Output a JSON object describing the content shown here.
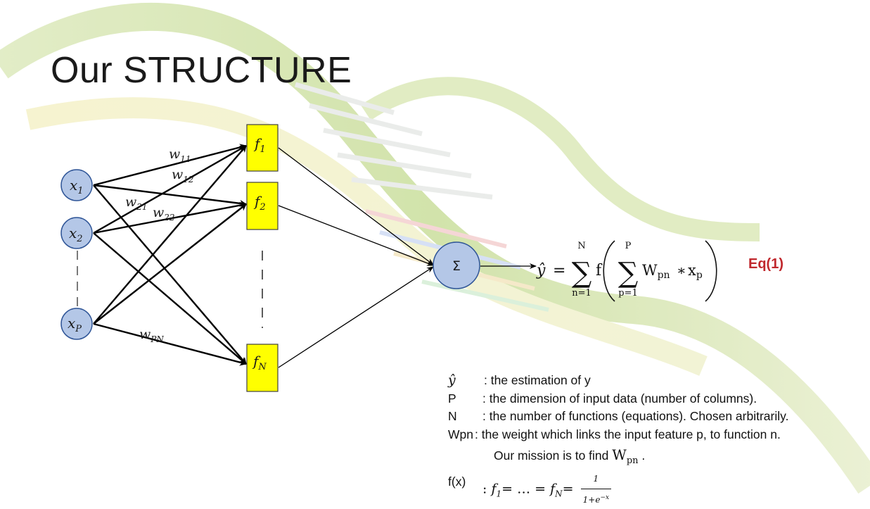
{
  "slide": {
    "title": "Our STRUCTURE"
  },
  "network": {
    "inputs": [
      {
        "base": "x",
        "sub": "1"
      },
      {
        "base": "x",
        "sub": "2"
      },
      {
        "base": "x",
        "sub": "P"
      }
    ],
    "functions": [
      {
        "base": "f",
        "sub": "1"
      },
      {
        "base": "f",
        "sub": "2"
      },
      {
        "base": "f",
        "sub": "N"
      }
    ],
    "output_symbol": "Σ",
    "weights": [
      {
        "base": "w",
        "sub": "11"
      },
      {
        "base": "w",
        "sub": "12"
      },
      {
        "base": "w",
        "sub": "21"
      },
      {
        "base": "w",
        "sub": "22"
      },
      {
        "base": "w",
        "sub": "PN"
      }
    ]
  },
  "equation": {
    "lhs": "ŷ",
    "equals": "=",
    "outer_upper": "N",
    "outer_lower": "n=1",
    "sigma": "∑",
    "func": "f",
    "inner_upper": "P",
    "inner_lower": "p=1",
    "w_base": "W",
    "w_sub": "pn",
    "op": "∗",
    "x_base": "x",
    "x_sub": "p",
    "label": "Eq(1)"
  },
  "definitions": [
    {
      "symbol": "ŷ",
      "text": ": the  estimation of  y"
    },
    {
      "symbol": "P",
      "text": ": the dimension of input data (number of columns)."
    },
    {
      "symbol": "N",
      "text": ": the number of functions (equations). Chosen arbitrarily."
    },
    {
      "symbol": "Wpn",
      "text": ": the weight which links the input feature p, to function n."
    }
  ],
  "mission": {
    "text": "Our mission is to find",
    "w_base": "W",
    "w_sub": "pn",
    "end": "."
  },
  "activation": {
    "label": "f(x)",
    "colon": ":",
    "f1_base": "f",
    "f1_sub": "1",
    "eq1": "=",
    "dots": "…",
    "eq2": "=",
    "fN_base": "f",
    "fN_sub": "N",
    "eq3": "=",
    "num": "1",
    "den": "1+e",
    "den_exp": "−x"
  },
  "colors": {
    "node_fill": "#b4c7e7",
    "node_stroke": "#2f5597",
    "func_fill": "#ffff00",
    "func_stroke": "#3f3f3f",
    "eq_label": "#c0282d",
    "helix_green": "#8fbf57",
    "helix_yellow": "#e9e07a"
  }
}
